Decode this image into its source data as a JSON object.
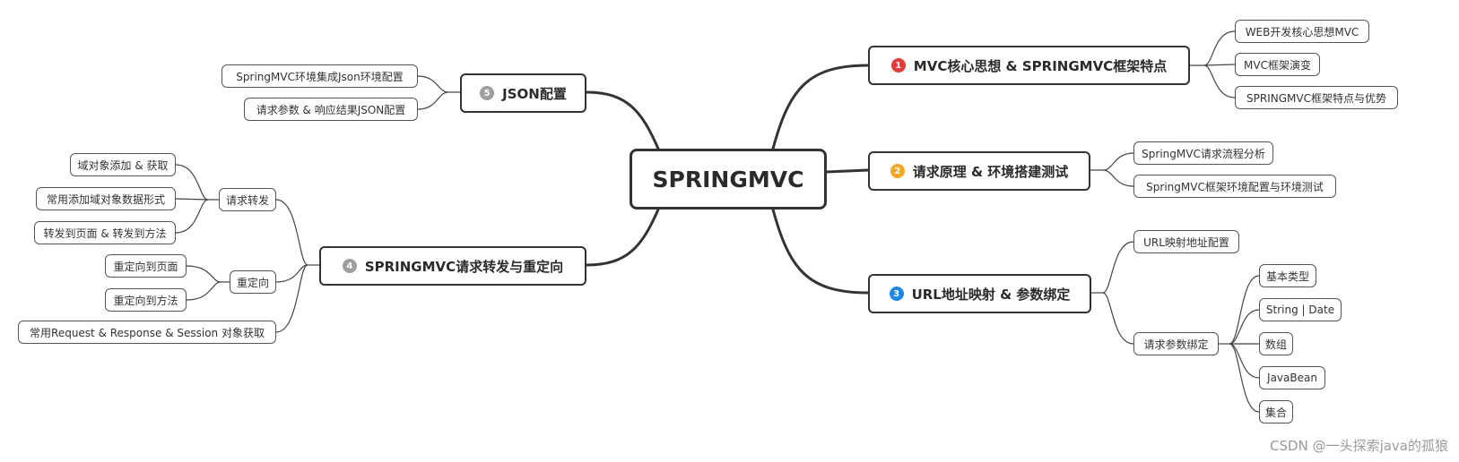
{
  "mindmap": {
    "root": "SPRINGMVC",
    "topics": {
      "t1": {
        "badge": "1",
        "badge_color": "#e53935",
        "label": "MVC核心思想 & SPRINGMVC框架特点"
      },
      "t2": {
        "badge": "2",
        "badge_color": "#f5a623",
        "label": "请求原理 & 环境搭建测试"
      },
      "t3": {
        "badge": "3",
        "badge_color": "#1e88e5",
        "label": "URL地址映射 & 参数绑定"
      },
      "t4": {
        "badge": "4",
        "badge_color": "#9e9e9e",
        "label": "SPRINGMVC请求转发与重定向"
      },
      "t5": {
        "badge": "5",
        "badge_color": "#9e9e9e",
        "label": "JSON配置"
      }
    },
    "t1_children": [
      "WEB开发核心思想MVC",
      "MVC框架演变",
      "SPRINGMVC框架特点与优势"
    ],
    "t2_children": [
      "SpringMVC请求流程分析",
      "SpringMVC框架环境配置与环境测试"
    ],
    "t3_children": {
      "url_mapping": "URL映射地址配置",
      "param_binding": "请求参数绑定",
      "param_types": [
        "基本类型",
        "String | Date",
        "数组",
        "JavaBean",
        "集合"
      ]
    },
    "t4_children": {
      "forward": "请求转发",
      "forward_items": [
        "域对象添加 & 获取",
        "常用添加域对象数据形式",
        "转发到页面 & 转发到方法"
      ],
      "redirect": "重定向",
      "redirect_items": [
        "重定向到页面",
        "重定向到方法"
      ],
      "objects": "常用Request & Response & Session 对象获取"
    },
    "t5_children": [
      "SpringMVC环境集成Json环境配置",
      "请求参数 & 响应结果JSON配置"
    ]
  },
  "watermark": "CSDN @一头探索java的孤狼"
}
